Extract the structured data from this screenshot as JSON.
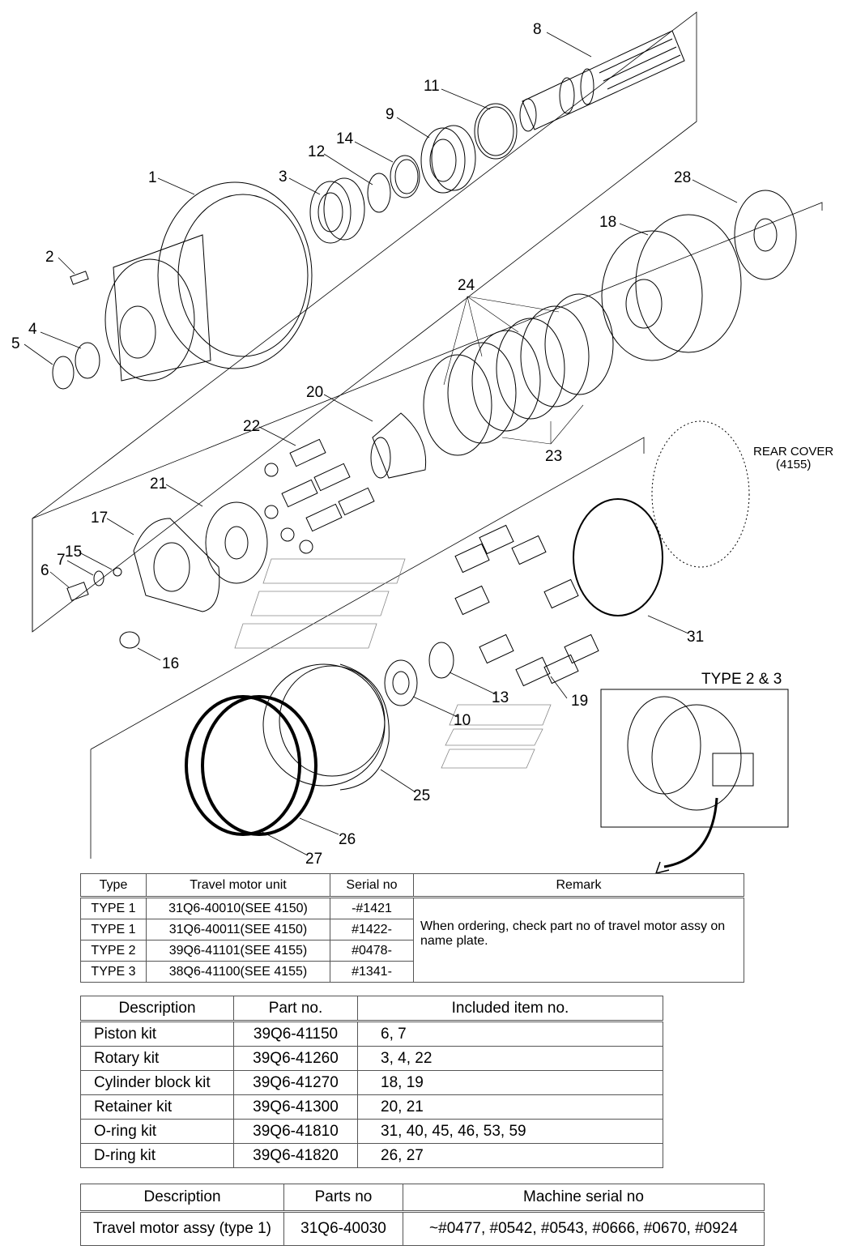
{
  "callouts": [
    {
      "id": "1",
      "text": "1"
    },
    {
      "id": "2",
      "text": "2"
    },
    {
      "id": "3",
      "text": "3"
    },
    {
      "id": "4",
      "text": "4"
    },
    {
      "id": "5",
      "text": "5"
    },
    {
      "id": "6",
      "text": "6"
    },
    {
      "id": "7",
      "text": "7"
    },
    {
      "id": "8",
      "text": "8"
    },
    {
      "id": "9",
      "text": "9"
    },
    {
      "id": "10",
      "text": "10"
    },
    {
      "id": "11",
      "text": "11"
    },
    {
      "id": "12",
      "text": "12"
    },
    {
      "id": "13",
      "text": "13"
    },
    {
      "id": "14",
      "text": "14"
    },
    {
      "id": "15",
      "text": "15"
    },
    {
      "id": "16",
      "text": "16"
    },
    {
      "id": "17",
      "text": "17"
    },
    {
      "id": "18",
      "text": "18"
    },
    {
      "id": "19",
      "text": "19"
    },
    {
      "id": "20",
      "text": "20"
    },
    {
      "id": "21",
      "text": "21"
    },
    {
      "id": "22",
      "text": "22"
    },
    {
      "id": "23",
      "text": "23"
    },
    {
      "id": "24",
      "text": "24"
    },
    {
      "id": "25",
      "text": "25"
    },
    {
      "id": "26",
      "text": "26"
    },
    {
      "id": "27",
      "text": "27"
    },
    {
      "id": "28",
      "text": "28"
    },
    {
      "id": "31",
      "text": "31"
    }
  ],
  "rear_cover": {
    "line1": "REAR COVER",
    "line2": "(4155)"
  },
  "inset_title": "TYPE 2 & 3",
  "type_table": {
    "headers": {
      "type": "Type",
      "unit": "Travel motor unit",
      "serial": "Serial no",
      "remark": "Remark"
    },
    "rows": [
      {
        "type": "TYPE 1",
        "unit": "31Q6-40010(SEE 4150)",
        "serial": "-#1421"
      },
      {
        "type": "TYPE 1",
        "unit": "31Q6-40011(SEE 4150)",
        "serial": "#1422-"
      },
      {
        "type": "TYPE 2",
        "unit": "39Q6-41101(SEE 4155)",
        "serial": "#0478-"
      },
      {
        "type": "TYPE 3",
        "unit": "38Q6-41100(SEE 4155)",
        "serial": "#1341-"
      }
    ],
    "remark": "When ordering, check part no of travel motor assy on name plate."
  },
  "kit_table": {
    "headers": {
      "description": "Description",
      "part": "Part no.",
      "included": "Included item no."
    },
    "rows": [
      {
        "description": "Piston kit",
        "part": "39Q6-41150",
        "included": "6, 7"
      },
      {
        "description": "Rotary kit",
        "part": "39Q6-41260",
        "included": "3, 4, 22"
      },
      {
        "description": "Cylinder block kit",
        "part": "39Q6-41270",
        "included": "18, 19"
      },
      {
        "description": "Retainer kit",
        "part": "39Q6-41300",
        "included": "20, 21"
      },
      {
        "description": "O-ring kit",
        "part": "39Q6-41810",
        "included": "31, 40, 45, 46, 53, 59"
      },
      {
        "description": "D-ring kit",
        "part": "39Q6-41820",
        "included": "26, 27"
      }
    ]
  },
  "assy_table": {
    "headers": {
      "description": "Description",
      "parts": "Parts no",
      "serial": "Machine serial no"
    },
    "rows": [
      {
        "description": "Travel motor assy (type 1)",
        "parts": "31Q6-40030",
        "serial": "~#0477, #0542, #0543, #0666, #0670, #0924"
      }
    ]
  }
}
